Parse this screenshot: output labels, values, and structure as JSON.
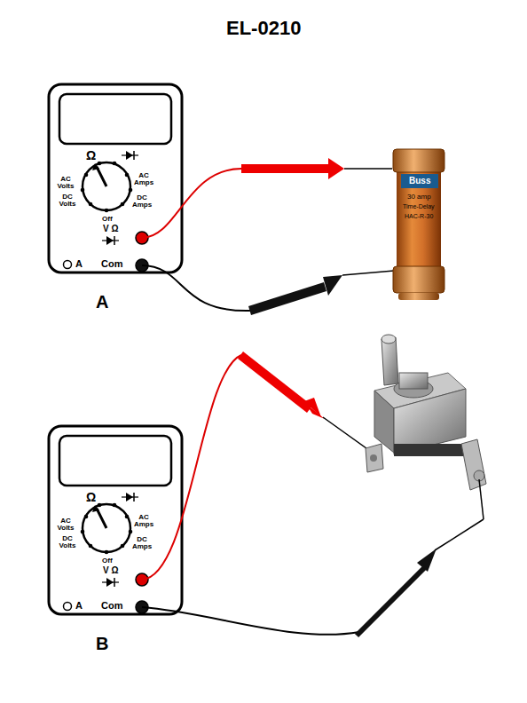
{
  "diagram": {
    "title": "EL-0210",
    "labels": [
      "Ω",
      "AC Volts",
      "AC Amps",
      "DC Volts",
      "DC Amps",
      "Off",
      "V Ω",
      "A",
      "Com",
      "A",
      "Buss",
      "30 amp",
      "Time-Delay",
      "HAC-R-30",
      "Ω",
      "AC Volts",
      "AC Amps",
      "DC Volts",
      "DC Amps",
      "Off",
      "V Ω",
      "A",
      "Com",
      "B"
    ]
  }
}
